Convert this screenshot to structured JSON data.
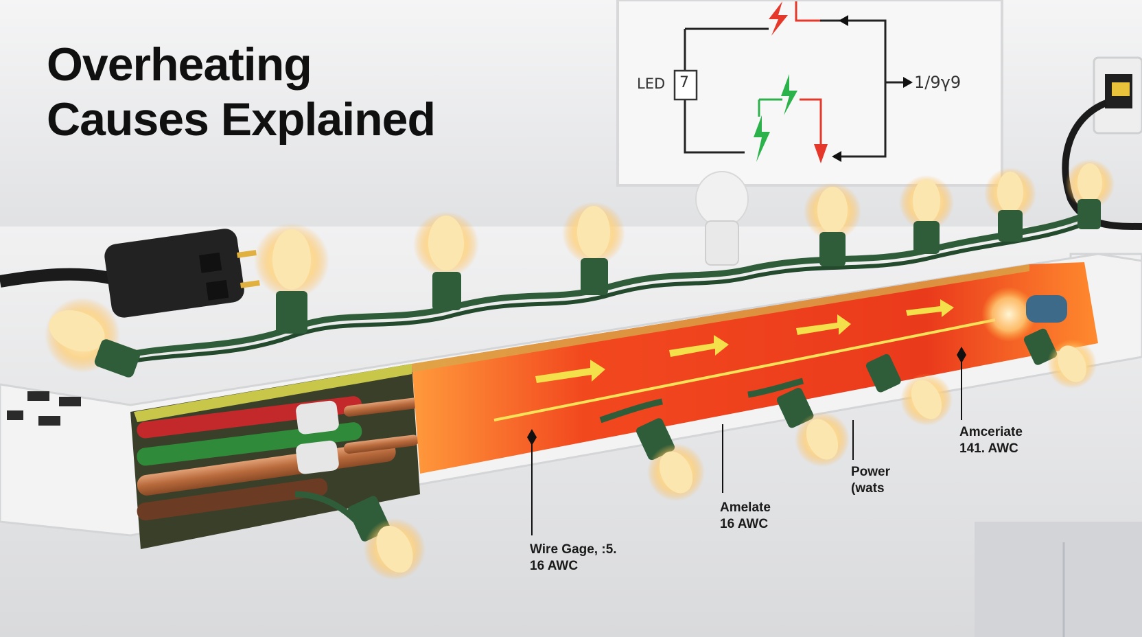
{
  "title": {
    "line1": "Overheating",
    "line2": "Causes Explained"
  },
  "schematic": {
    "led_label": "LED",
    "box_value": "7",
    "output_value": "1/9γ9"
  },
  "callouts": [
    {
      "text": "Wire Gage, :5.\n16 AWC"
    },
    {
      "text": "Amelate\n16 AWC"
    },
    {
      "text": "Power\n(wats"
    },
    {
      "text": "Amceriate\n141. AWC"
    }
  ],
  "colors": {
    "hot_core": "#f2481e",
    "heat_glow": "#ffb13b",
    "wire_green": "#2f5d3a",
    "arrow_yellow": "#f4e04a",
    "copper": "#c7794a"
  }
}
